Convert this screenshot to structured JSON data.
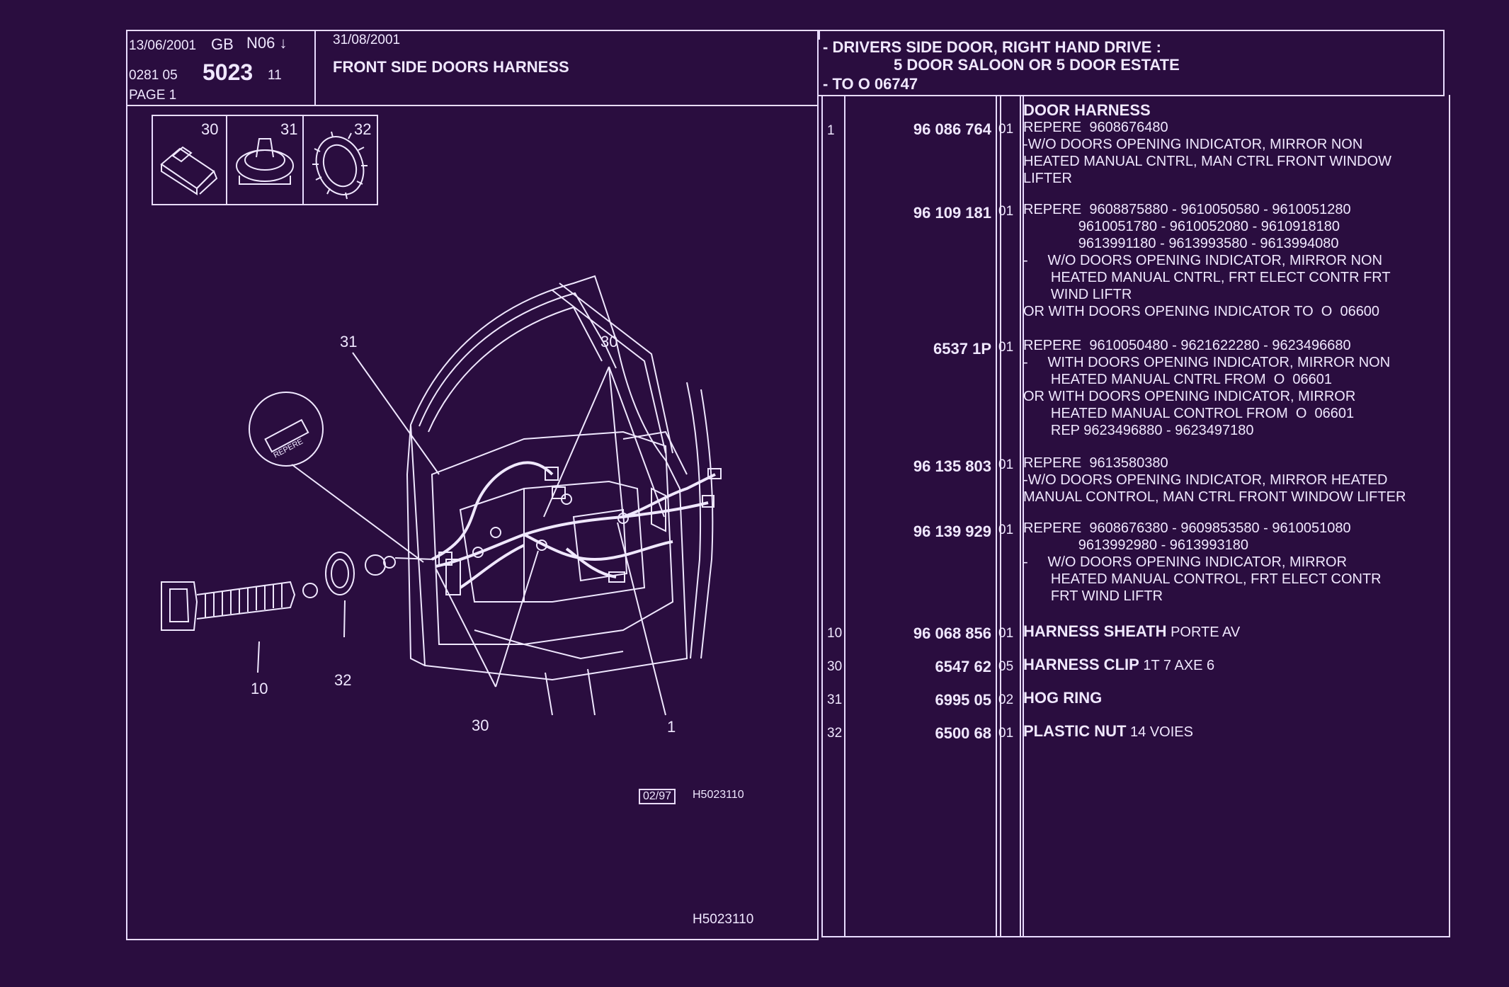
{
  "header": {
    "date_left": "13/06/2001",
    "gb": "GB",
    "code": "N06 ↓",
    "ref_left": "0281 05",
    "ref_big": "5023",
    "ref_suffix": "11",
    "page": "PAGE 1",
    "date_mid": "31/08/2001",
    "title": "FRONT SIDE DOORS HARNESS",
    "applic_line1": "- DRIVERS SIDE DOOR, RIGHT HAND DRIVE :",
    "applic_line2": "5 DOOR SALOON OR  5 DOOR ESTATE",
    "applic_line3": "- TO  O   06747"
  },
  "diagram": {
    "thumb_labels": [
      "30",
      "31",
      "32"
    ],
    "callouts": {
      "c31": "31",
      "c30_top": "30",
      "c10": "10",
      "c32": "32",
      "c30_bottom": "30",
      "c1": "1"
    },
    "repere_text": "REPERE",
    "doc_code_box": "02/97",
    "doc_code": "H5023110",
    "footer_code": "H5023110"
  },
  "parts": [
    {
      "ref": "1",
      "part_no": "96 086 764",
      "qty": "01",
      "title": "DOOR HARNESS",
      "title_rest": "",
      "desc": "REPERE  9608676480\n-W/O DOORS OPENING INDICATOR, MIRROR NON\nHEATED MANUAL CNTRL, MAN CTRL FRONT WINDOW\nLIFTER"
    },
    {
      "ref": "",
      "part_no": "96 109 181",
      "qty": "01",
      "title": "",
      "title_rest": "",
      "desc": "REPERE  9608875880 - 9610050580 - 9610051280\n              9610051780 - 9610052080 - 9610918180\n              9613991180 - 9613993580 - 9613994080\n-     W/O DOORS OPENING INDICATOR, MIRROR NON\n       HEATED MANUAL CNTRL, FRT ELECT CONTR FRT\n       WIND LIFTR\nOR WITH DOORS OPENING INDICATOR TO  O  06600"
    },
    {
      "ref": "",
      "part_no": "6537 1P",
      "qty": "01",
      "title": "",
      "title_rest": "",
      "desc": "REPERE  9610050480 - 9621622280 - 9623496680\n-     WITH DOORS OPENING INDICATOR, MIRROR NON\n       HEATED MANUAL CNTRL FROM  O  06601\nOR WITH DOORS OPENING INDICATOR, MIRROR\n       HEATED MANUAL CONTROL FROM  O  06601\n       REP 9623496880 - 9623497180"
    },
    {
      "ref": "",
      "part_no": "96 135 803",
      "qty": "01",
      "title": "",
      "title_rest": "",
      "desc": "REPERE  9613580380\n-W/O DOORS OPENING INDICATOR, MIRROR HEATED\nMANUAL CONTROL, MAN CTRL FRONT WINDOW LIFTER"
    },
    {
      "ref": "",
      "part_no": "96 139 929",
      "qty": "01",
      "title": "",
      "title_rest": "",
      "desc": "REPERE  9608676380 - 9609853580 - 9610051080\n              9613992980 - 9613993180\n-     W/O DOORS OPENING INDICATOR, MIRROR\n       HEATED MANUAL CONTROL, FRT ELECT CONTR\n       FRT WIND LIFTR"
    },
    {
      "ref": "10",
      "part_no": "96 068 856",
      "qty": "01",
      "title": "HARNESS SHEATH",
      "title_rest": " PORTE AV",
      "desc": ""
    },
    {
      "ref": "30",
      "part_no": "6547 62",
      "qty": "05",
      "title": "HARNESS CLIP",
      "title_rest": " 1T 7 AXE 6",
      "desc": ""
    },
    {
      "ref": "31",
      "part_no": "6995 05",
      "qty": "02",
      "title": "HOG RING",
      "title_rest": "",
      "desc": ""
    },
    {
      "ref": "32",
      "part_no": "6500 68",
      "qty": "01",
      "title": "PLASTIC NUT",
      "title_rest": " 14 VOIES",
      "desc": ""
    }
  ]
}
